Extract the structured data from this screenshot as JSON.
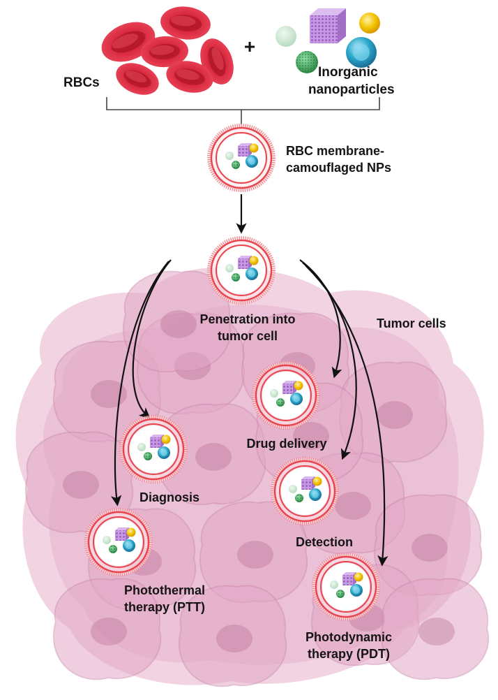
{
  "labels": {
    "rbcs": "RBCs",
    "plus": "+",
    "inorganic_line1": "Inorganic",
    "inorganic_line2": "nanoparticles",
    "camouflaged_line1": "RBC membrane-",
    "camouflaged_line2": "camouflaged NPs",
    "penetration_line1": "Penetration into",
    "penetration_line2": "tumor cell",
    "tumor_cells": "Tumor cells",
    "drug_delivery": "Drug delivery",
    "diagnosis": "Diagnosis",
    "detection": "Detection",
    "ptt_line1": "Photothermal",
    "ptt_line2": "therapy (PTT)",
    "pdt_line1": "Photodynamic",
    "pdt_line2": "therapy (PDT)"
  },
  "colors": {
    "rbc_red": "#d7263d",
    "membrane_red": "#e8444e",
    "tumor_pink": "#e8b8cf",
    "tumor_dark": "#b56c92",
    "np_light_green": "#cde8d2",
    "np_purple": "#b98ad6",
    "np_gold": "#f2c200",
    "np_teal": "#2aa7c9",
    "np_green": "#3c9b55",
    "arrow": "#111111"
  },
  "icons": {
    "red_blood_cell": "red-blood-cell-icon",
    "membrane_np": "camouflaged-nanoparticle-icon",
    "arrow": "arrow-icon"
  }
}
